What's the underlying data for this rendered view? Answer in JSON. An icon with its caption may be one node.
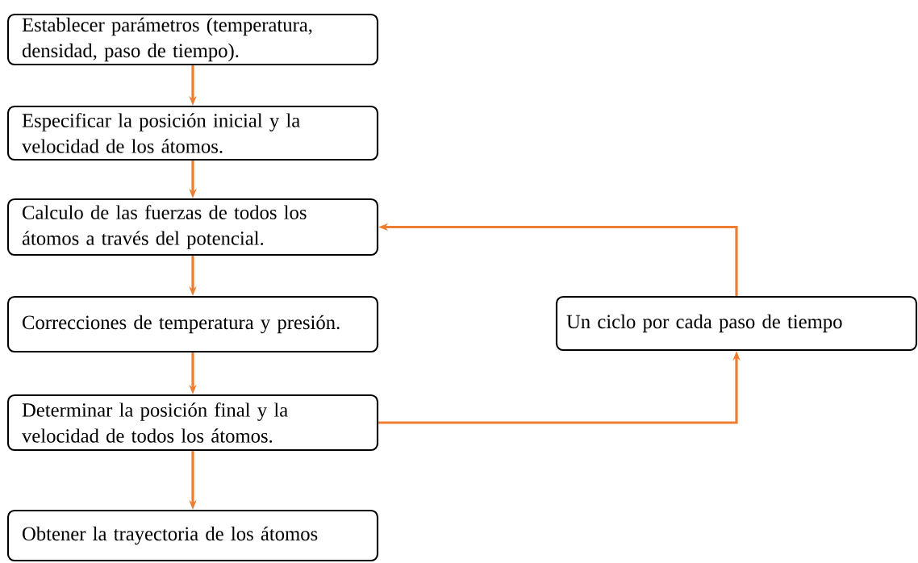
{
  "diagram": {
    "nodes": [
      {
        "text": [
          "Establecer parámetros (temperatura, densidad, paso de tiempo)."
        ]
      },
      {
        "text": [
          "Especificar la posición inicial y la velocidad de los átomos."
        ]
      },
      {
        "text": [
          "Calculo de las fuerzas de todos los átomos a través del potencial."
        ]
      },
      {
        "text": [
          "Correcciones de temperatura y presión."
        ]
      },
      {
        "text": [
          "Determinar la posición final y la velocidad de todos los átomos."
        ]
      },
      {
        "text": [
          "Obtener la trayectoria de los átomos"
        ]
      },
      {
        "text": [
          "Un ciclo por cada paso de tiempo"
        ]
      }
    ],
    "edges": [
      {
        "from": 0,
        "to": 1,
        "arrow": "to"
      },
      {
        "from": 1,
        "to": 2,
        "arrow": "to"
      },
      {
        "from": 2,
        "to": 3,
        "arrow": "to"
      },
      {
        "from": 3,
        "to": 4,
        "arrow": "to"
      },
      {
        "from": 4,
        "to": 5,
        "arrow": "to"
      },
      {
        "from": 4,
        "to": 6,
        "arrow": "to"
      },
      {
        "from": 6,
        "to": 2,
        "arrow": "to"
      }
    ]
  }
}
